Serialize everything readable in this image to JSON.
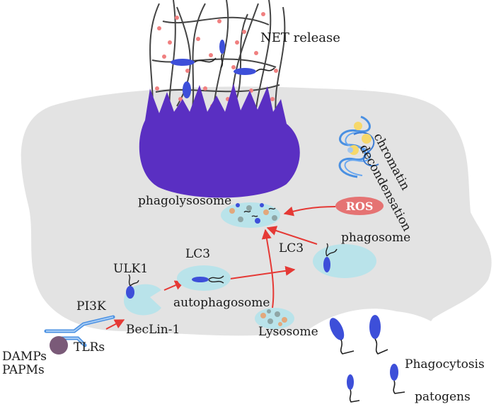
{
  "labels": {
    "net_release": "NET release",
    "chromatin_line1": "chromatin",
    "chromatin_line2": "decondensation",
    "phagolysosome": "phagolysosome",
    "ros": "ROS",
    "phagosome": "phagosome",
    "lc3_top": "LC3",
    "lc3_right": "LC3",
    "ulk1": "ULK1",
    "pi3k": "PI3K",
    "autophagosome": "autophagosome",
    "beclin": "BecLin-1",
    "lysosome": "Lysosome",
    "tlrs": "TLRs",
    "damps": "DAMPs",
    "papms": "PAPMs",
    "phagocytosis": "Phagocytosis",
    "patogens": "patogens"
  },
  "colors": {
    "cell": "#e3e3e3",
    "nucleus": "#5a2fc2",
    "vesicle": "#b9e3ea",
    "arrow": "#e53935",
    "ros": "#e57373",
    "bacteria": "#3d4fd9",
    "receptor": "#4a90e2",
    "ligand": "#7a5a78"
  }
}
